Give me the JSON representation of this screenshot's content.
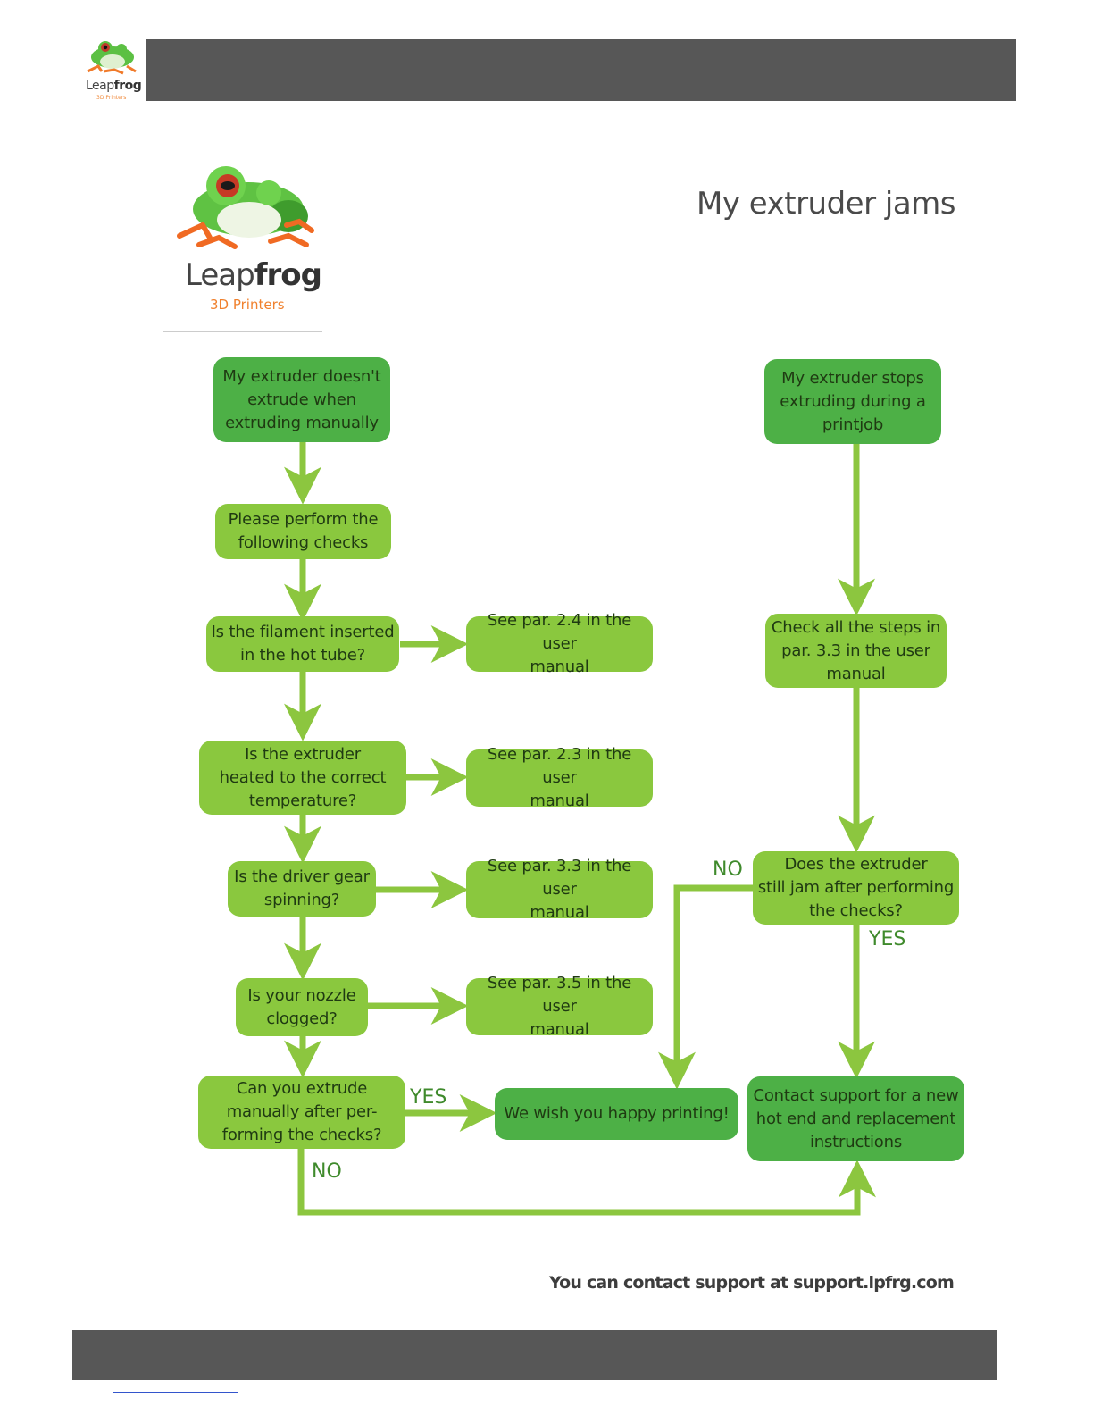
{
  "header": {
    "logo": {
      "brand_light": "Leap",
      "brand_bold": "frog",
      "subtitle": "3D Printers"
    }
  },
  "logo": {
    "brand_light": "Leap",
    "brand_bold": "frog",
    "subtitle": "3D Printers"
  },
  "title": "My extruder jams",
  "colors": {
    "light_box": "#8ac83e",
    "dark_box": "#4db046",
    "arrow": "#8cc63f",
    "bar": "#575757"
  },
  "flowchart": {
    "nodes": {
      "doesnt_extrude": "My extruder doesn't\nextrude when\nextruding manually",
      "perform_checks": "Please perform the\nfollowing checks",
      "filament_inserted": "Is the filament inserted\nin the hot tube?",
      "see_2_4": "See par. 2.4 in the user\nmanual",
      "extruder_heated": "Is the extruder\nheated to the correct\ntemperature?",
      "see_2_3": "See par. 2.3 in the user\nmanual",
      "driver_gear": "Is the driver gear\nspinning?",
      "see_3_3": "See par. 3.3 in the user\nmanual",
      "nozzle_clogged": "Is your nozzle\nclogged?",
      "see_3_5": "See par. 3.5 in the user\nmanual",
      "can_extrude": "Can you extrude\nmanually after per-\nforming the checks?",
      "happy_printing": "We wish you happy printing!",
      "stops_extruding": "My extruder stops\nextruding during a\nprintjob",
      "check_steps": "Check all the steps in\npar. 3.3 in the user\nmanual",
      "still_jam": "Does the extruder\nstill jam after performing\nthe checks?",
      "contact_support": "Contact support for a new\nhot end and replacement\ninstructions"
    },
    "labels": {
      "yes_can_extrude": "YES",
      "no_can_extrude": "NO",
      "no_still_jam": "NO",
      "yes_still_jam": "YES"
    }
  },
  "footer": {
    "note": "You can contact support at support.lpfrg.com"
  }
}
